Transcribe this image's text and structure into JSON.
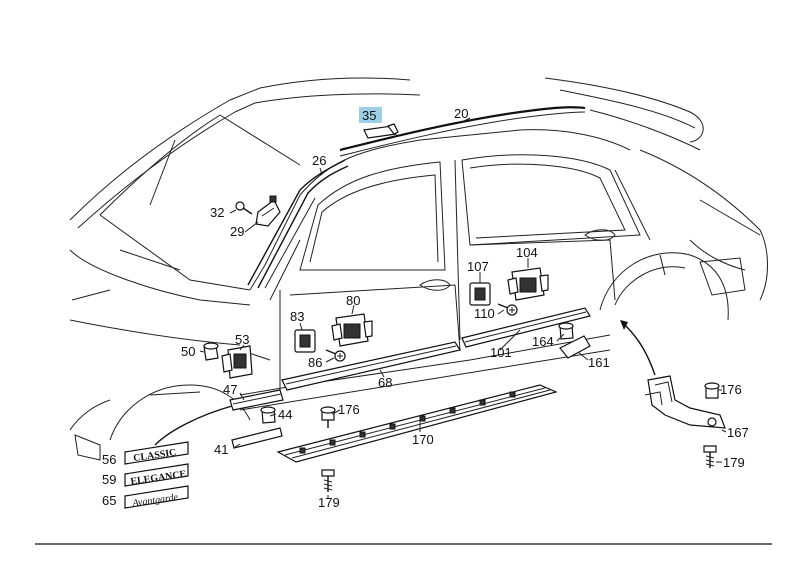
{
  "highlighted_part": "35",
  "callouts": [
    {
      "id": "35",
      "text": "35"
    },
    {
      "id": "20",
      "text": "20"
    },
    {
      "id": "26",
      "text": "26"
    },
    {
      "id": "32",
      "text": "32"
    },
    {
      "id": "29",
      "text": "29"
    },
    {
      "id": "107",
      "text": "107"
    },
    {
      "id": "104",
      "text": "104"
    },
    {
      "id": "80",
      "text": "80"
    },
    {
      "id": "83",
      "text": "83"
    },
    {
      "id": "110",
      "text": "110"
    },
    {
      "id": "53",
      "text": "53"
    },
    {
      "id": "50",
      "text": "50"
    },
    {
      "id": "86",
      "text": "86"
    },
    {
      "id": "164",
      "text": "164"
    },
    {
      "id": "101",
      "text": "101"
    },
    {
      "id": "161",
      "text": "161"
    },
    {
      "id": "47",
      "text": "47"
    },
    {
      "id": "68",
      "text": "68"
    },
    {
      "id": "44",
      "text": "44"
    },
    {
      "id": "176a",
      "text": "176"
    },
    {
      "id": "176b",
      "text": "176"
    },
    {
      "id": "41",
      "text": "41"
    },
    {
      "id": "170",
      "text": "170"
    },
    {
      "id": "56",
      "text": "56"
    },
    {
      "id": "59",
      "text": "59"
    },
    {
      "id": "65",
      "text": "65"
    },
    {
      "id": "179a",
      "text": "179"
    },
    {
      "id": "179b",
      "text": "179"
    },
    {
      "id": "167",
      "text": "167"
    }
  ],
  "badges": {
    "classic": "CLASSIC",
    "elegance": "ELEGANCE",
    "avantgarde": "Avantgarde"
  },
  "colors": {
    "highlight": "#9ccfe8",
    "line": "#111111"
  }
}
